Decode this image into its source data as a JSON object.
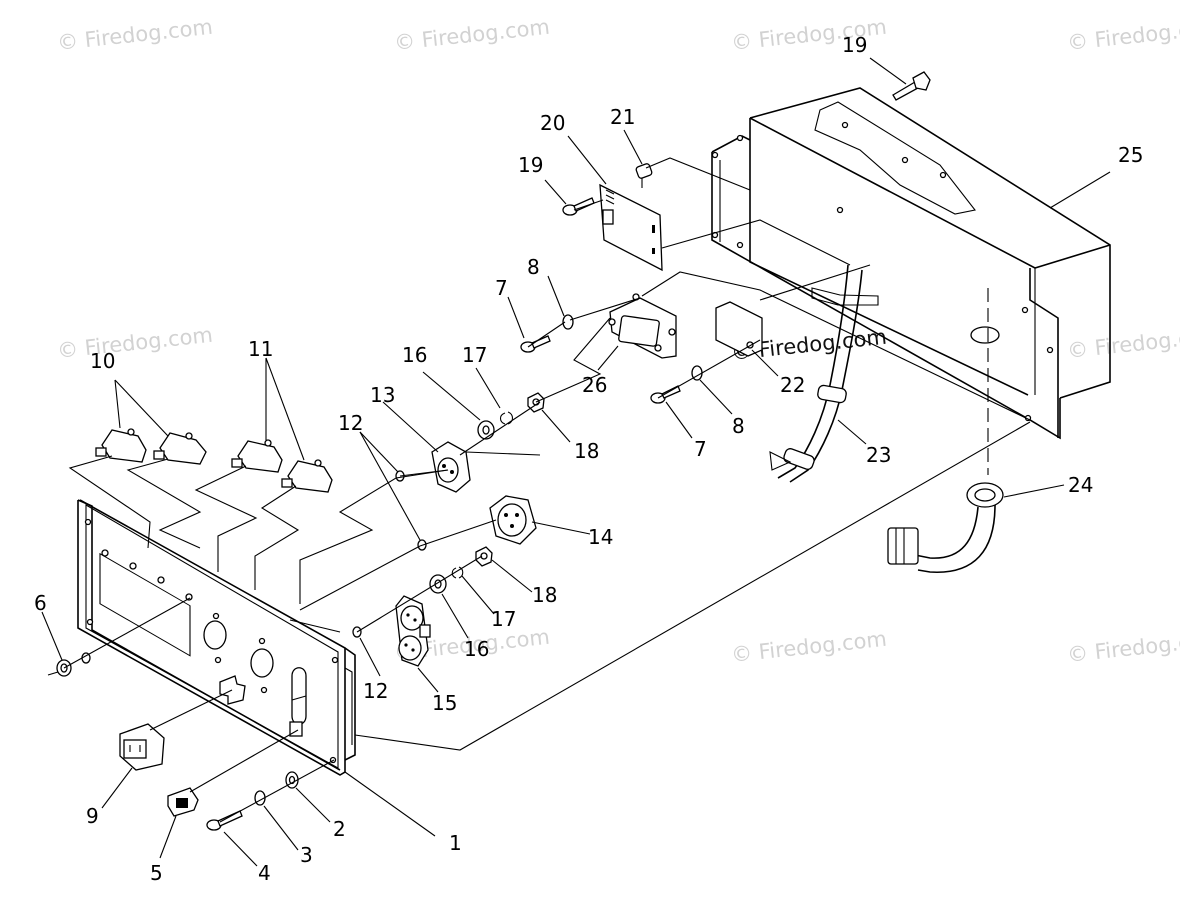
{
  "watermark": {
    "text": "© Firedog.com",
    "instances": 10
  },
  "labels": {
    "l1": "1",
    "l2": "2",
    "l3": "3",
    "l4": "4",
    "l5": "5",
    "l6": "6",
    "l7a": "7",
    "l7b": "7",
    "l8a": "8",
    "l8b": "8",
    "l9": "9",
    "l10": "10",
    "l11": "11",
    "l12a": "12",
    "l12b": "12",
    "l13": "13",
    "l14": "14",
    "l15": "15",
    "l16a": "16",
    "l16b": "16",
    "l17a": "17",
    "l17b": "17",
    "l18a": "18",
    "l18b": "18",
    "l19a": "19",
    "l19b": "19",
    "l20": "20",
    "l21": "21",
    "l22": "22",
    "l23": "23",
    "l24": "24",
    "l25": "25",
    "l26": "26"
  },
  "colors": {
    "line": "#000000",
    "watermark": "#d2d2d2",
    "background": "#ffffff"
  }
}
